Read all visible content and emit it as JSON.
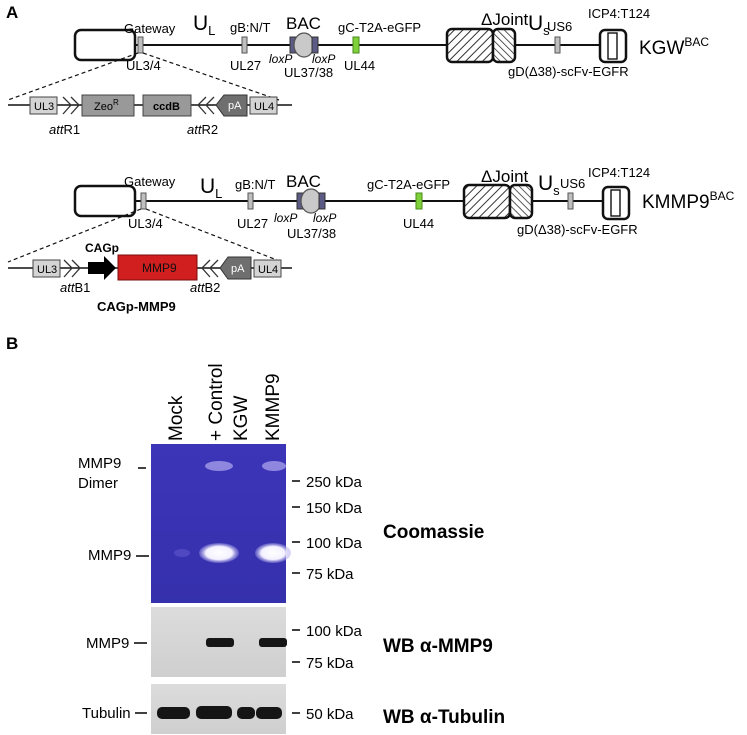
{
  "panel_a": {
    "label": "A",
    "construct1": {
      "name_main": "KGW",
      "name_sup": "BAC",
      "gateway": "Gateway",
      "ul34": "UL3/4",
      "ul_main": "U",
      "ul_sub": "L",
      "gbnt": "gB:N/T",
      "ul27": "UL27",
      "bac": "BAC",
      "loxp_left": "loxP",
      "loxp_right": "loxP",
      "ul3738": "UL37/38",
      "gc": "gC-T2A-eGFP",
      "ul44": "UL44",
      "joint_delta": "Δ",
      "joint": "Joint",
      "us_main": "U",
      "us_sub": "s",
      "us6": "US6",
      "icp4": "ICP4:T124",
      "gd": "gD(Δ38)-scFv-EGFR",
      "cassette": {
        "ul3": "UL3",
        "zeo_main": "Zeo",
        "zeo_sup": "R",
        "ccdb": "ccdB",
        "pa": "pA",
        "ul4": "UL4",
        "att1_italic": "att",
        "att1_rest": "R1",
        "att2_italic": "att",
        "att2_rest": "R2"
      }
    },
    "construct2": {
      "name_main": "KMMP9",
      "name_sup": "BAC",
      "gateway": "Gateway",
      "ul34": "UL3/4",
      "ul_main": "U",
      "ul_sub": "L",
      "gbnt": "gB:N/T",
      "ul27": "UL27",
      "bac": "BAC",
      "loxp_left": "loxP",
      "loxp_right": "loxP",
      "ul3738": "UL37/38",
      "gc": "gC-T2A-eGFP",
      "ul44": "UL44",
      "joint_delta": "Δ",
      "joint": "Joint",
      "us_main": "U",
      "us_sub": "s",
      "us6": "US6",
      "icp4": "ICP4:T124",
      "gd": "gD(Δ38)-scFv-EGFR",
      "cassette": {
        "ul3": "UL3",
        "cagp": "CAGp",
        "mmp9": "MMP9",
        "pa": "pA",
        "ul4": "UL4",
        "att1_italic": "att",
        "att1_rest": "B1",
        "cagp_mmp9": "CAGp-MMP9",
        "att2_italic": "att",
        "att2_rest": "B2"
      }
    }
  },
  "panel_b": {
    "label": "B",
    "lanes": [
      "Mock",
      "+ Control",
      "KGW",
      "KMMP9"
    ],
    "coomassie": {
      "title": "Coomassie",
      "left_labels": {
        "dimer_line1": "MMP9",
        "dimer_line2": "Dimer",
        "mmp9": "MMP9"
      },
      "markers": [
        "250 kDa",
        "150 kDa",
        "100 kDa",
        "75 kDa"
      ]
    },
    "wb_mmp9": {
      "title": "WB α-MMP9",
      "left_label": "MMP9",
      "markers": [
        "100 kDa",
        "75 kDa"
      ]
    },
    "wb_tubulin": {
      "title": "WB α-Tubulin",
      "left_label": "Tubulin",
      "markers": [
        "50 kDa"
      ]
    }
  },
  "colors": {
    "gel_blue": "#3a33b4",
    "gfp_green": "#7fd13b",
    "mmp9_red": "#d11f1f",
    "grey_box": "#8c8c8c"
  }
}
